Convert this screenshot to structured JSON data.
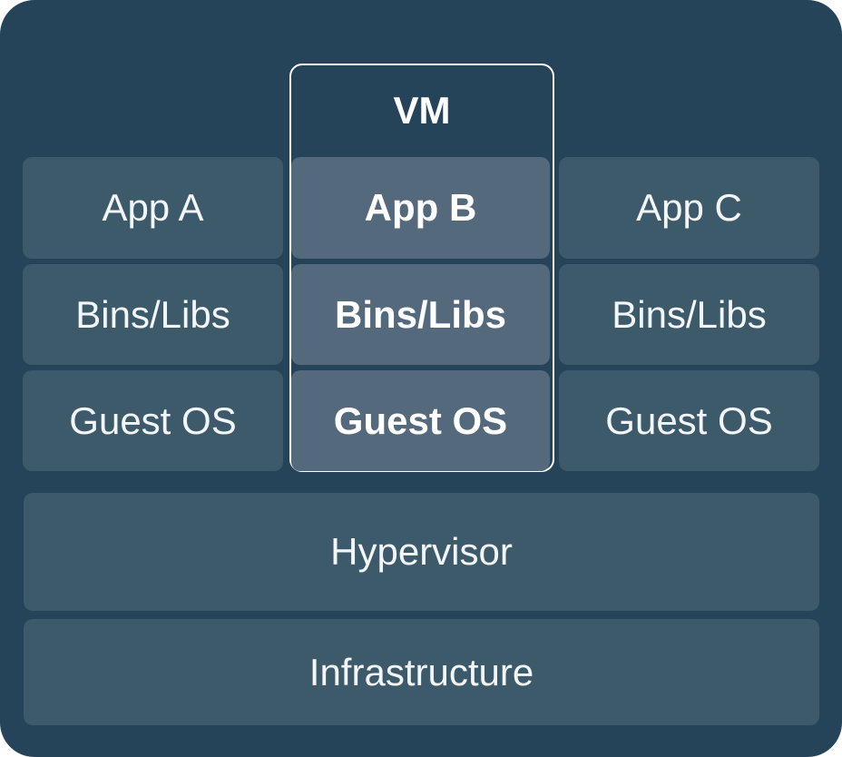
{
  "diagram": {
    "type": "virtualization-stack",
    "vm_label": "VM",
    "columns": [
      {
        "name": "stack-a",
        "highlighted": false,
        "rows": [
          "App A",
          "Bins/Libs",
          "Guest OS"
        ]
      },
      {
        "name": "stack-b",
        "highlighted": true,
        "rows": [
          "App B",
          "Bins/Libs",
          "Guest OS"
        ]
      },
      {
        "name": "stack-c",
        "highlighted": false,
        "rows": [
          "App C",
          "Bins/Libs",
          "Guest OS"
        ]
      }
    ],
    "base_layers": [
      "Hypervisor",
      "Infrastructure"
    ],
    "colors": {
      "canvas_bg": "#254459",
      "cell_bg": "#3d5a6b",
      "cell_hl_bg": "#54697b",
      "vm_border": "#ffffff",
      "text": "#f3f6f8",
      "text_bold": "#ffffff"
    }
  }
}
